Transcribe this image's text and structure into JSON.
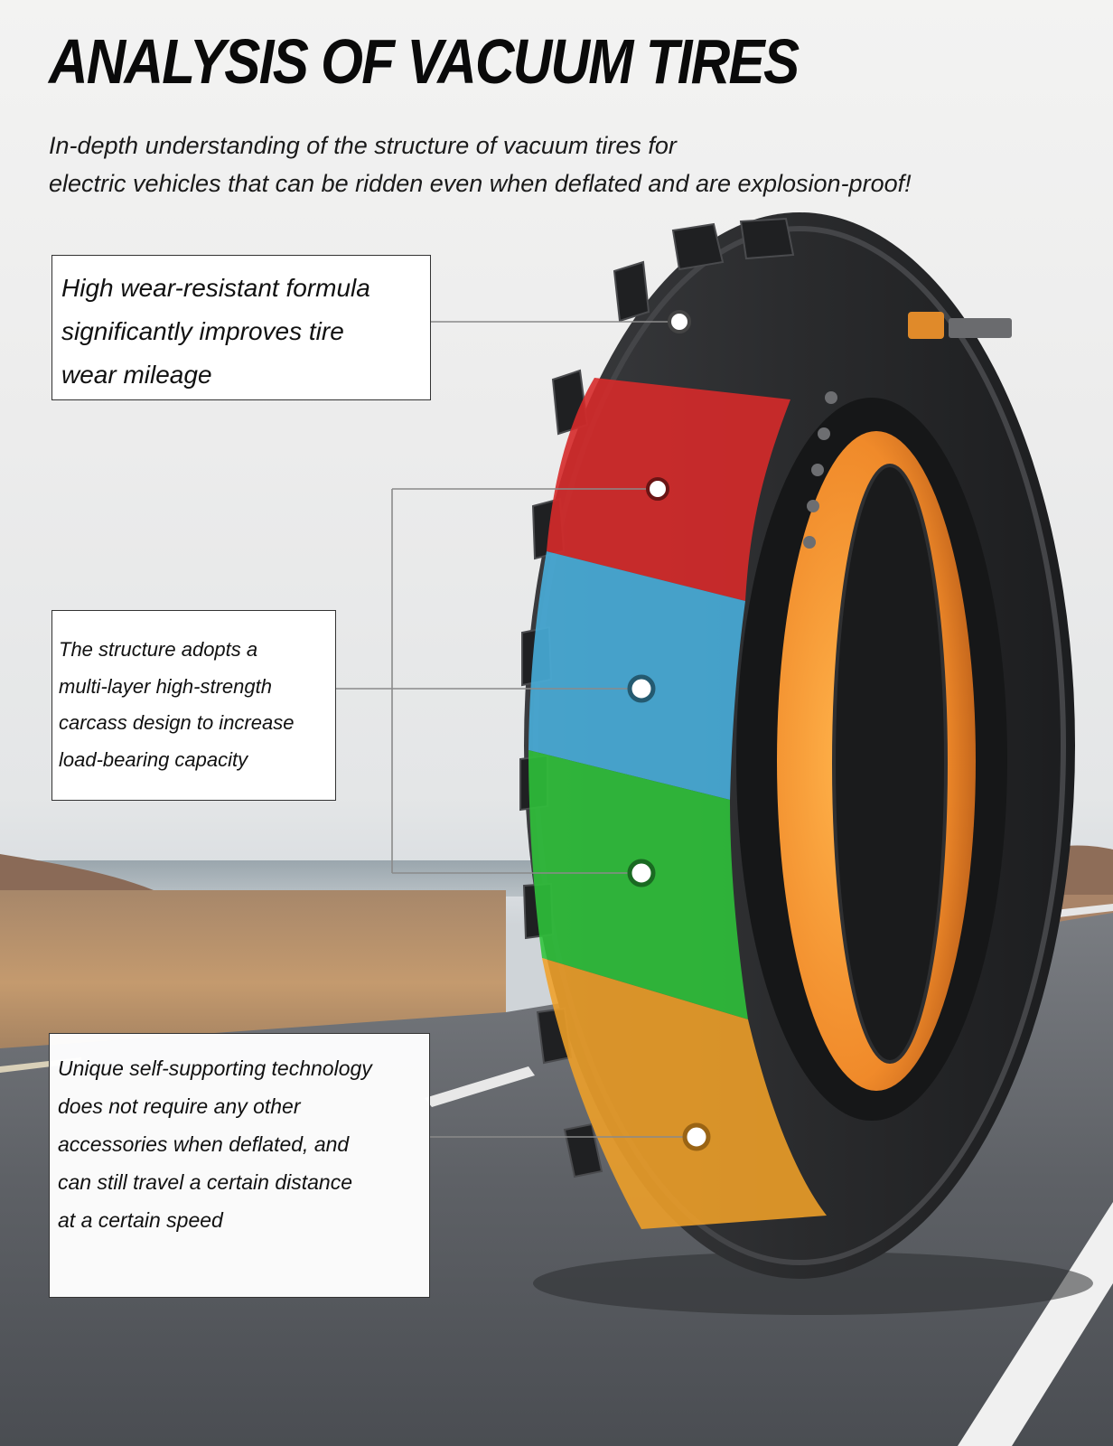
{
  "title": "ANALYSIS OF VACUUM TIRES",
  "subtitle": {
    "line1": "In-depth understanding of the structure of vacuum tires for",
    "line2": "electric vehicles that can be ridden even when deflated and are explosion-proof!"
  },
  "callouts": [
    {
      "lines": [
        "High wear-resistant formula",
        "significantly improves tire",
        "wear mileage"
      ]
    },
    {
      "lines": [
        "The structure adopts a",
        "multi-layer high-strength",
        "carcass design to increase",
        "load-bearing capacity"
      ]
    },
    {
      "lines": [
        "Unique self-supporting technology",
        "does not require any other",
        "accessories when deflated, and",
        "can still travel a certain distance",
        "at a certain speed"
      ]
    }
  ],
  "layer_colors": {
    "red": "#d62a2a",
    "blue": "#49b1de",
    "green": "#2fc43a",
    "orange": "#f0a028",
    "inner_orange": "#f08a2a"
  },
  "tire_colors": {
    "rubber": "#2a2b2d",
    "road": "#5e6166",
    "desert": "#b88a63"
  }
}
